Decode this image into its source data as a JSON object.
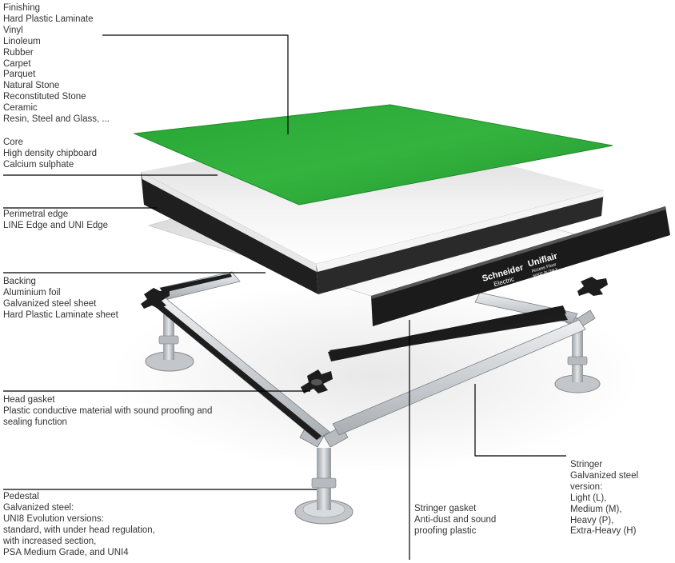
{
  "labels": {
    "finishing": {
      "lines": [
        "Finishing",
        "Hard Plastic Laminate",
        "Vinyl",
        "Linoleum",
        "Rubber",
        "Carpet",
        "Parquet",
        "Natural Stone",
        "Reconstituted Stone",
        "Ceramic",
        "Resin, Steel and Glass, ..."
      ]
    },
    "core": {
      "lines": [
        "Core",
        "High density chipboard",
        "Calcium sulphate"
      ]
    },
    "perimetral_edge": {
      "lines": [
        "Perimetral edge",
        "LINE Edge and UNI Edge"
      ]
    },
    "backing": {
      "lines": [
        "Backing",
        "Aluminium foil",
        "Galvanized steel sheet",
        "Hard Plastic Laminate sheet"
      ]
    },
    "head_gasket": {
      "lines": [
        "Head gasket",
        "Plastic conductive material with sound proofing and",
        "sealing function"
      ]
    },
    "pedestal": {
      "lines": [
        "Pedestal",
        "Galvanized steel:",
        "UNI8 Evolution versions:",
        "standard, with under head regulation,",
        "with increased section,",
        "PSA Medium Grade, and UNI4"
      ]
    },
    "stringer_gasket": {
      "lines": [
        "Stringer gasket",
        "Anti-dust and sound",
        "proofing plastic"
      ]
    },
    "stringer": {
      "lines": [
        "Stringer",
        "Galvanized steel",
        "version:",
        "Light (L),",
        "Medium (M),",
        "Heavy (P),",
        "Extra-Heavy (H)"
      ]
    }
  },
  "brand": {
    "name": "Schneider",
    "name2": "Electric",
    "product": "Uniflair",
    "product_sub": "Access Floor",
    "origin": "MADE IN ITALY"
  },
  "colors": {
    "tile_green": "#2fa83a",
    "edge_black": "#1b1b1b",
    "core_grey": "#e6e6e6",
    "metal": "#c9ccd0",
    "leader_line": "#000000",
    "text": "#333333"
  }
}
